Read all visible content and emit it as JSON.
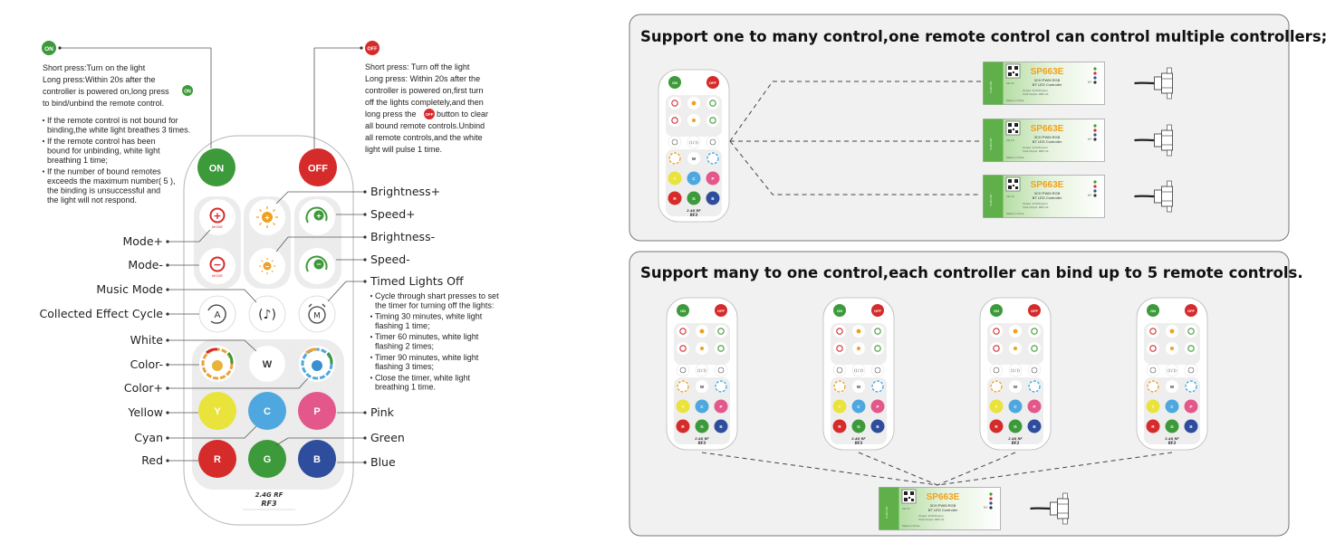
{
  "colors": {
    "green": "#3d9a3a",
    "red": "#d62b2b",
    "yellow": "#e9e33b",
    "cyan": "#4ea8df",
    "pink": "#e3578a",
    "blue": "#2e4d9c",
    "white_btn": "#ffffff",
    "brightness": "#f0a020",
    "remote_body": "#ffffff",
    "panel_bg": "#f1f1f1"
  },
  "remote": {
    "on_label": "ON",
    "off_label": "OFF",
    "mode_sub": "MODE",
    "white_label": "W",
    "yellow_label": "Y",
    "cyan_label": "C",
    "pink_label": "P",
    "red_label": "R",
    "green_label": "G",
    "blue_label": "B",
    "cycle_label": "A",
    "timer_label": "M",
    "brand_top": "2.4G RF",
    "brand_bottom": "RF3"
  },
  "on_note": {
    "badge": "ON",
    "line1": "Short press:Turn on the light",
    "line2": "Long press:Within 20s after the",
    "line3": "controller is powered on,long press",
    "line4": "to bind/unbind the remote control.",
    "bullets": [
      [
        "If the remote control is not bound for",
        "binding,the white light breathes 3 times."
      ],
      [
        "If the remote control has been",
        "bound for unbinding, white light",
        "breathing 1 time;"
      ],
      [
        "If the number of bound remotes",
        "exceeds the maximum number( 5 ),",
        "the binding is unsuccessful and",
        "the light will not respond."
      ]
    ]
  },
  "off_note": {
    "badge": "OFF",
    "lines": [
      "Short press: Turn off the light",
      "Long press: Within 20s after the",
      "controller is powered on,first turn",
      "off the lights completely,and then",
      "long press the",
      "button to clear",
      "all bound remote controls.Unbind",
      "all remote controls,and the white",
      "light will pulse 1 time."
    ]
  },
  "labels_left": {
    "mode_plus": "Mode+",
    "mode_minus": "Mode-",
    "music_mode": "Music Mode",
    "collected_cycle": "Collected Effect Cycle",
    "white": "White",
    "color_minus": "Color-",
    "color_plus": "Color+",
    "yellow": "Yellow",
    "cyan": "Cyan",
    "red": "Red"
  },
  "labels_right": {
    "brightness_plus": "Brightness+",
    "speed_plus": "Speed+",
    "brightness_minus": "Brightness-",
    "speed_minus": "Speed-",
    "timed_off": "Timed Lights Off",
    "pink": "Pink",
    "green": "Green",
    "blue": "Blue"
  },
  "timer_notes": [
    [
      "Cycle through shart presses to set",
      "the timer for turning off the lights:"
    ],
    [
      "Timing 30 minutes, white light",
      "flashing 1 time;"
    ],
    [
      "Timer 60 minutes, white light",
      "flashing 2 times;"
    ],
    [
      "Timer 90 minutes, white light",
      "flashing 3 times;"
    ],
    [
      "Close the timer, white light",
      "breathing 1 time."
    ]
  ],
  "panel_top": {
    "title": "Support one to many control,one remote control can control multiple controllers;"
  },
  "panel_bottom": {
    "title": "Support many to one control,each controller can bind up to 5 remote controls."
  },
  "controller": {
    "name": "SP663E",
    "sub1": "3CH PWM RGB",
    "sub2": "BT LED Controller",
    "spec1": "Output: 3ch/Channel",
    "spec2": "Total Output: 96W 4A",
    "made": "Made in China",
    "side": "5-24V DC",
    "vplus": "V+"
  }
}
